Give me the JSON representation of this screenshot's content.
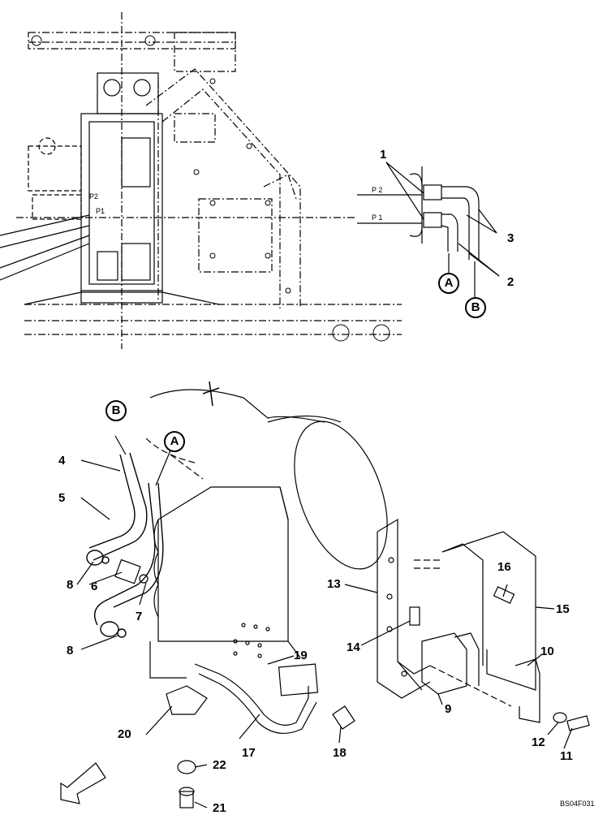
{
  "callouts": {
    "n1": "1",
    "n2": "2",
    "n3": "3",
    "n4": "4",
    "n5": "5",
    "n6": "6",
    "n7": "7",
    "n8a": "8",
    "n8b": "8",
    "n9": "9",
    "n10": "10",
    "n11": "11",
    "n12": "12",
    "n13": "13",
    "n14": "14",
    "n15": "15",
    "n16": "16",
    "n17": "17",
    "n18": "18",
    "n19": "19",
    "n20": "20",
    "n21": "21",
    "n22": "22"
  },
  "port_markers": {
    "a_top": "A",
    "b_top": "B",
    "a_bottom": "A",
    "b_bottom": "B"
  },
  "port_labels": {
    "p2_left": "P2",
    "p1_left": "P1",
    "p2_right": "P 2",
    "p1_right": "P 1"
  },
  "drawing_code": "BS04F031"
}
